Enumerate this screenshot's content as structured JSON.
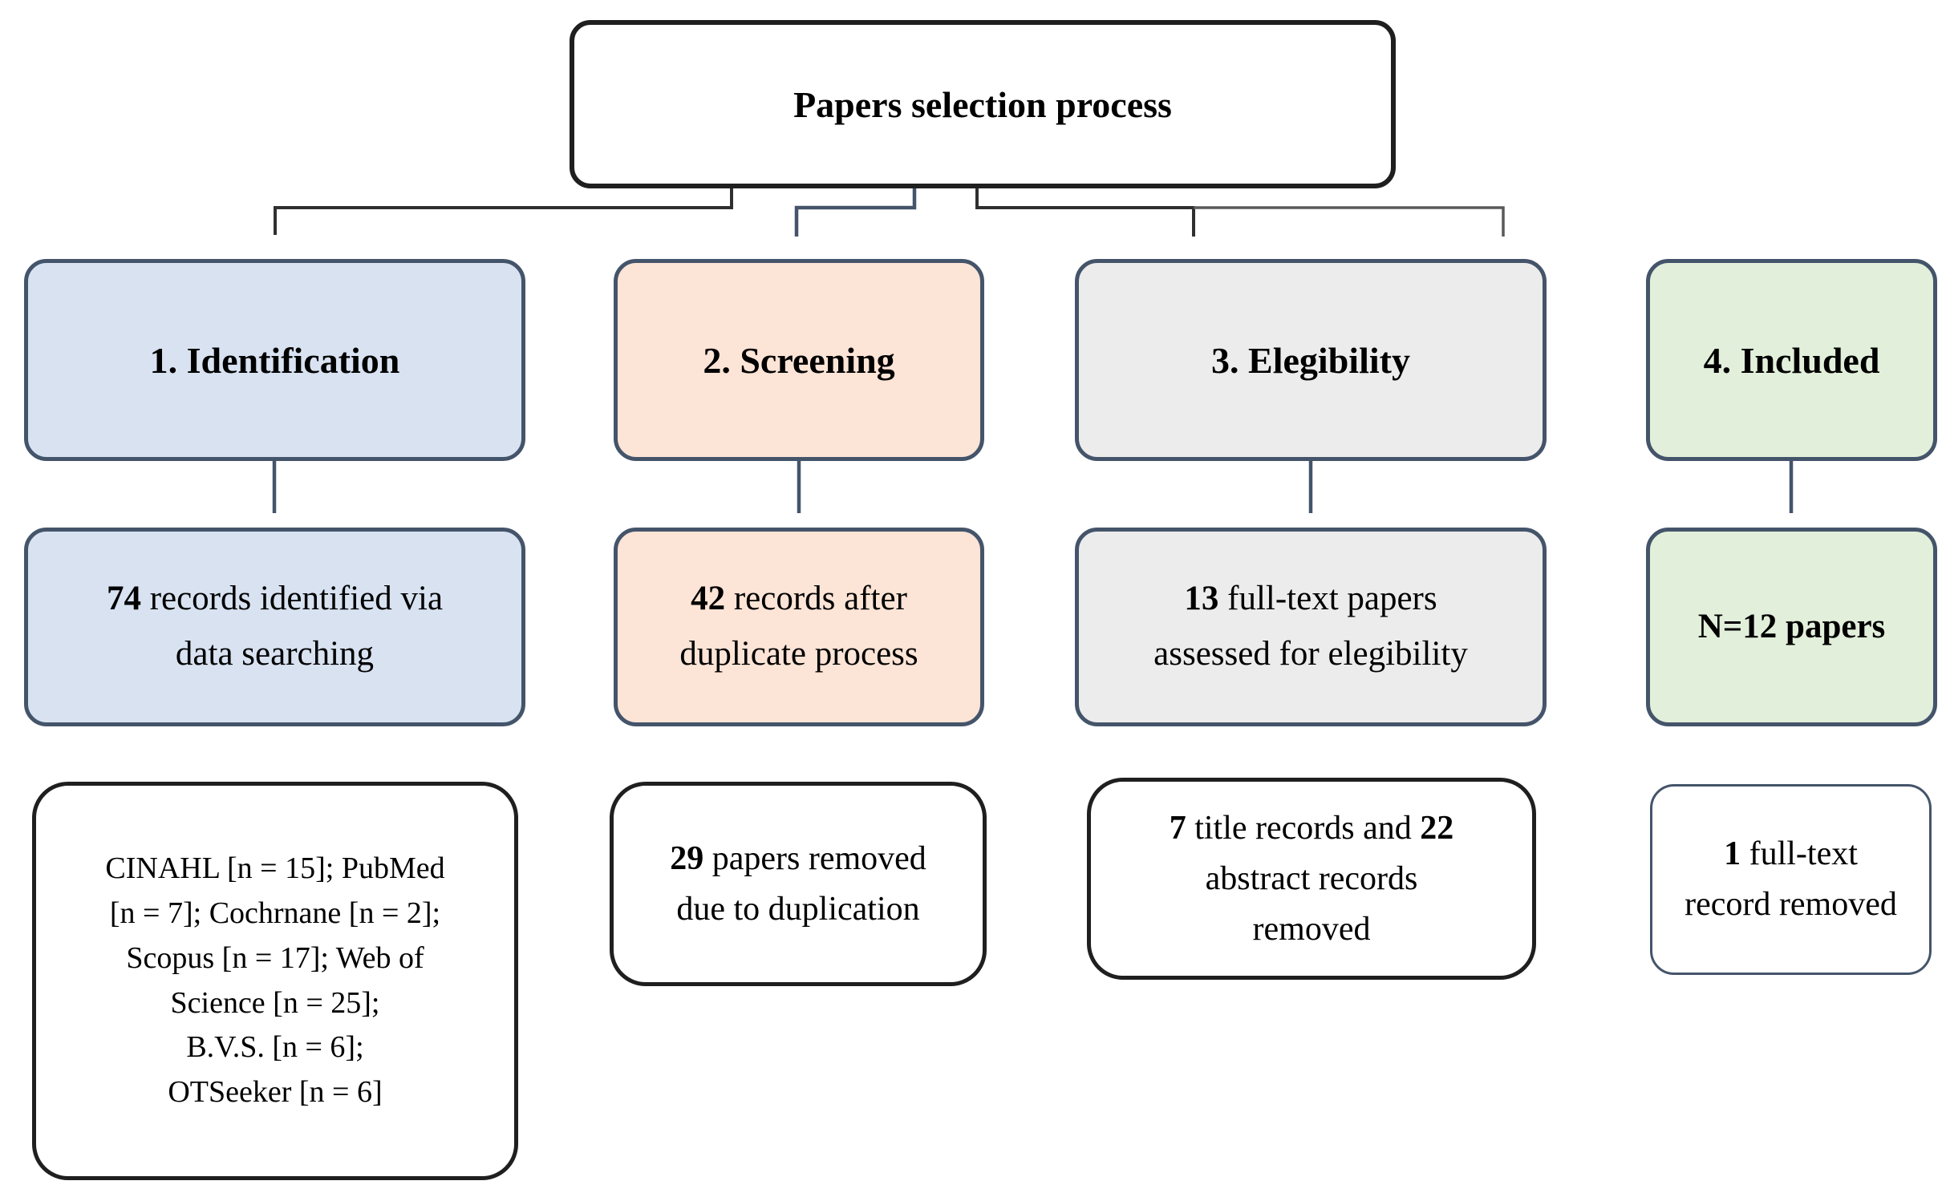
{
  "title": "Papers selection process",
  "colors": {
    "white_fill": "#FFFFFF",
    "slate_border": "#44546A",
    "black_border": "#1F1F1F",
    "connector_black": "#303030",
    "connector_slate": "#44546A",
    "connector_gray": "#595959"
  },
  "stages": [
    {
      "label": "1. Identification",
      "fill_color": "#D8E2F1",
      "border_color": "#44546A",
      "detail_border_color": "#1F1F1F",
      "count_lines": [
        [
          {
            "t": "74",
            "b": true
          },
          {
            "t": " records identified via",
            "b": false
          }
        ],
        [
          {
            "t": "data searching",
            "b": false
          }
        ]
      ],
      "detail_lines": [
        [
          {
            "t": "CINAHL [n = 15]; PubMed",
            "b": false
          }
        ],
        [
          {
            "t": "[n = 7]; Cochrnane [n = 2];",
            "b": false
          }
        ],
        [
          {
            "t": "Scopus [n = 17]; Web of",
            "b": false
          }
        ],
        [
          {
            "t": "Science [n = 25];",
            "b": false
          }
        ],
        [
          {
            "t": "B.V.S. [n = 6];",
            "b": false
          }
        ],
        [
          {
            "t": "OTSeeker [n = 6]",
            "b": false
          }
        ]
      ]
    },
    {
      "label": "2. Screening",
      "fill_color": "#FCE4D6",
      "border_color": "#44546A",
      "detail_border_color": "#1F1F1F",
      "count_lines": [
        [
          {
            "t": "42",
            "b": true
          },
          {
            "t": " records after",
            "b": false
          }
        ],
        [
          {
            "t": "duplicate process",
            "b": false
          }
        ]
      ],
      "detail_lines": [
        [
          {
            "t": "29",
            "b": true
          },
          {
            "t": " papers removed",
            "b": false
          }
        ],
        [
          {
            "t": "due to duplication",
            "b": false
          }
        ]
      ]
    },
    {
      "label": "3. Elegibility",
      "fill_color": "#ECECEC",
      "border_color": "#44546A",
      "detail_border_color": "#1F1F1F",
      "count_lines": [
        [
          {
            "t": "13",
            "b": true
          },
          {
            "t": " full-text papers",
            "b": false
          }
        ],
        [
          {
            "t": "assessed for elegibility",
            "b": false
          }
        ]
      ],
      "detail_lines": [
        [
          {
            "t": "7",
            "b": true
          },
          {
            "t": " title records and ",
            "b": false
          },
          {
            "t": "22",
            "b": true
          }
        ],
        [
          {
            "t": "abstract records",
            "b": false
          }
        ],
        [
          {
            "t": "removed",
            "b": false
          }
        ]
      ]
    },
    {
      "label": "4. Included",
      "fill_color": "#E2EFDA",
      "border_color": "#44546A",
      "detail_border_color": "#44546A",
      "count_lines": [
        [
          {
            "t": "N=12 papers",
            "b": true
          }
        ]
      ],
      "detail_lines": [
        [
          {
            "t": "1",
            "b": true
          },
          {
            "t": " full-text",
            "b": false
          }
        ],
        [
          {
            "t": "record removed",
            "b": false
          }
        ]
      ]
    }
  ]
}
